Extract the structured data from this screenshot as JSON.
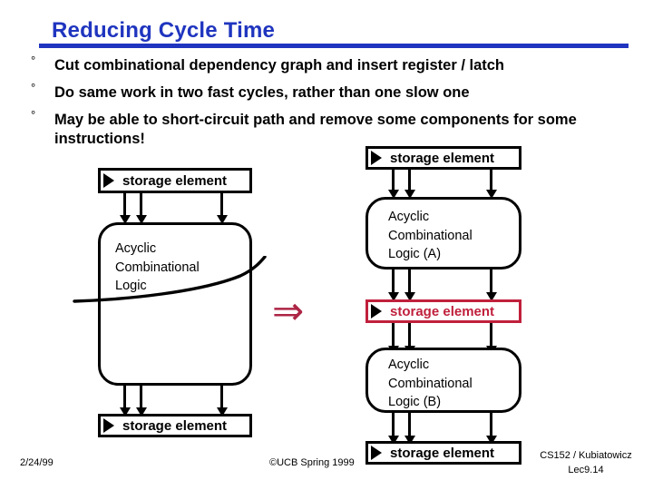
{
  "slide": {
    "title": "Reducing Cycle Time",
    "accent_color": "#1f35bf",
    "highlight_color": "#c0203c",
    "bullets": [
      {
        "marker": "°",
        "text": "Cut combinational dependency graph and insert register / latch"
      },
      {
        "marker": "°",
        "text": "Do same work in two fast cycles, rather than one slow one"
      },
      {
        "marker": "°",
        "text": "May be able to short-circuit path and remove some components for some instructions!"
      }
    ],
    "diagram": {
      "transform_symbol": "⇒",
      "before": {
        "top_storage": "storage element",
        "logic": "Acyclic\nCombinational\nLogic",
        "bottom_storage": "storage element"
      },
      "after": {
        "top_storage": "storage element",
        "logic_a": "Acyclic\nCombinational\nLogic (A)",
        "mid_storage": "storage element",
        "logic_b": "Acyclic\nCombinational\nLogic (B)",
        "bottom_storage": "storage element"
      }
    },
    "footer": {
      "date": "2/24/99",
      "copyright": "©UCB Spring 1999",
      "course": "CS152 / Kubiatowicz",
      "lecture": "Lec9.14"
    }
  }
}
